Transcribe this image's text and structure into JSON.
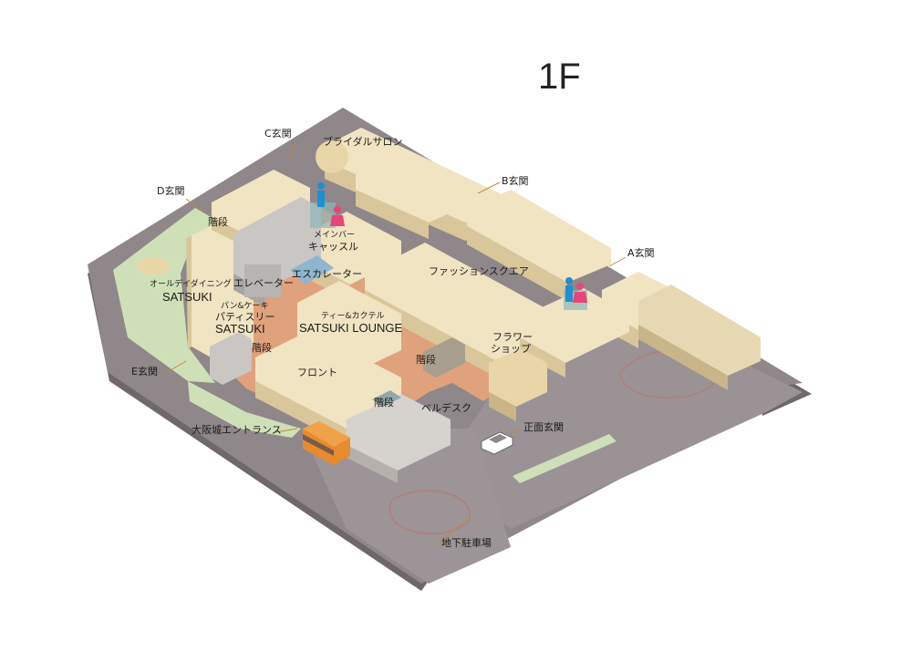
{
  "floor": "1F",
  "entrances": {
    "a": "A玄関",
    "b": "B玄関",
    "c": "C玄関",
    "d": "D玄関",
    "e": "E玄関",
    "main": "正面玄関",
    "osaka_castle": "大阪城エントランス"
  },
  "facilities": {
    "bridal_salon": "ブライダルサロン",
    "member_castle_small": "メインバー",
    "member_castle": "キャッスル",
    "stairs": "階段",
    "escalator": "エスカレーター",
    "elevator": "エレベーター",
    "fashion_square": "ファッションスクエア",
    "all_day_dining_small": "オールデイダイニング",
    "all_day_dining": "SATSUKI",
    "patisserie_small": "パン&ケーキ",
    "patisserie": "パティスリー",
    "patisserie_name": "SATSUKI",
    "lounge_small": "ティー&カクテル",
    "lounge": "SATSUKI LOUNGE",
    "flower_shop_1": "フラワー",
    "flower_shop_2": "ショップ",
    "front": "フロント",
    "bell_desk": "ベルデスク",
    "parking": "地下駐車場"
  },
  "colors": {
    "ground": "#8f8789",
    "lawn": "#cfe0b8",
    "building": "#f1e4c3",
    "building_side": "#d9c79b",
    "lobby": "#e0a27c",
    "leader": "#c08a3e",
    "men_icon": "#1e8fd0",
    "women_icon": "#e8457a"
  }
}
